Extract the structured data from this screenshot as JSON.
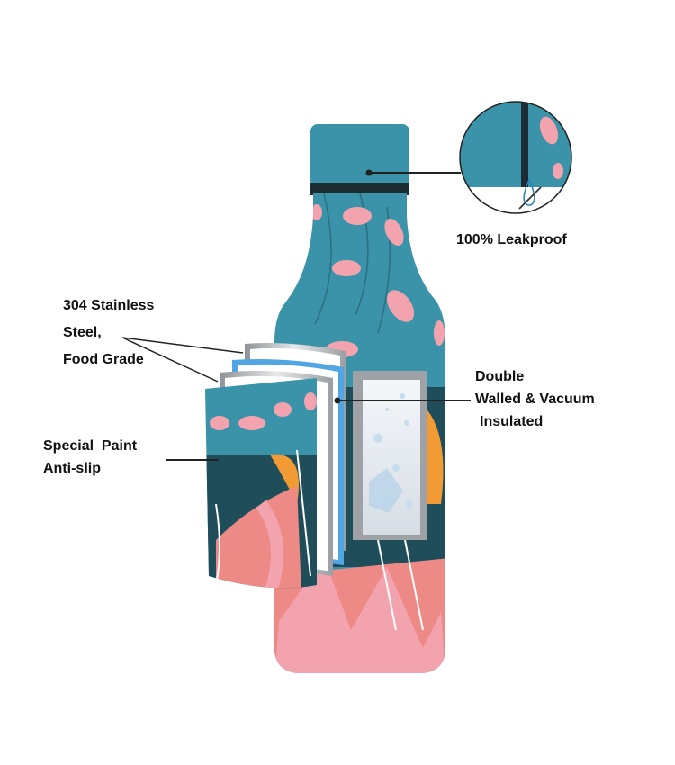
{
  "callouts": {
    "leakproof": "100% Leakproof",
    "steel": [
      "304 Stainless",
      "Steel,",
      "Food Grade"
    ],
    "vacuum": [
      "Double",
      "Walled & Vacuum",
      "Insulated"
    ],
    "paint": [
      "Special  Paint",
      "Anti-slip"
    ]
  },
  "colors": {
    "teal": "#3a93a8",
    "dark_teal": "#1f4e5a",
    "pink": "#f3a3ad",
    "coral": "#ee8a86",
    "orange": "#f29a33",
    "steel": "#b9bcc0",
    "blue_layer": "#4fa6e3"
  }
}
